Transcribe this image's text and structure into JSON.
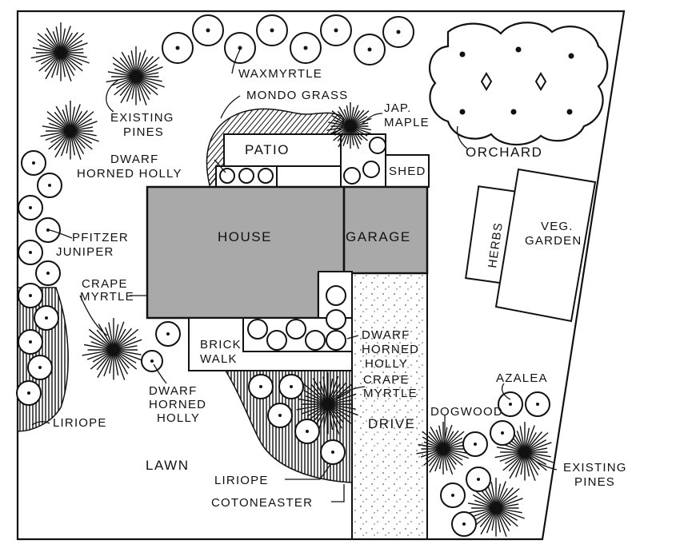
{
  "labels": {
    "house": "HOUSE",
    "garage": "GARAGE",
    "patio": "PATIO",
    "shed": "SHED",
    "herbs": "HERBS",
    "veg_garden_1": "VEG.",
    "veg_garden_2": "GARDEN",
    "orchard": "ORCHARD",
    "waxmyrtle": "WAXMYRTLE",
    "mondo_grass": "MONDO GRASS",
    "jap_maple_1": "JAP.",
    "jap_maple_2": "MAPLE",
    "existing_pines_top_1": "EXISTING",
    "existing_pines_top_2": "PINES",
    "dwarf_horned_holly_top_1": "DWARF",
    "dwarf_horned_holly_top_2": "HORNED HOLLY",
    "pfitzer_juniper_1": "PFITZER",
    "pfitzer_juniper_2": "JUNIPER",
    "crape_myrtle_left_1": "CRAPE",
    "crape_myrtle_left_2": "MYRTLE",
    "brick_walk_1": "BRICK",
    "brick_walk_2": "WALK",
    "dwarf_horned_holly_mid_1": "DWARF",
    "dwarf_horned_holly_mid_2": "HORNED",
    "dwarf_horned_holly_mid_3": "HOLLY",
    "dwarf_horned_holly_left_1": "DWARF",
    "dwarf_horned_holly_left_2": "HORNED",
    "dwarf_horned_holly_left_3": "HOLLY",
    "crape_myrtle_right_1": "CRAPE",
    "crape_myrtle_right_2": "MYRTLE",
    "liriope_left": "LIRIOPE",
    "lawn": "LAWN",
    "liriope_bottom": "LIRIOPE",
    "cotoneaster": "COTONEASTER",
    "drive": "DRIVE",
    "dogwood": "DOGWOOD",
    "azalea": "AZALEA",
    "existing_pines_right_1": "EXISTING",
    "existing_pines_right_2": "PINES"
  },
  "colors": {
    "building_fill": "#a9a9a9",
    "line": "#111111",
    "background": "#ffffff"
  }
}
